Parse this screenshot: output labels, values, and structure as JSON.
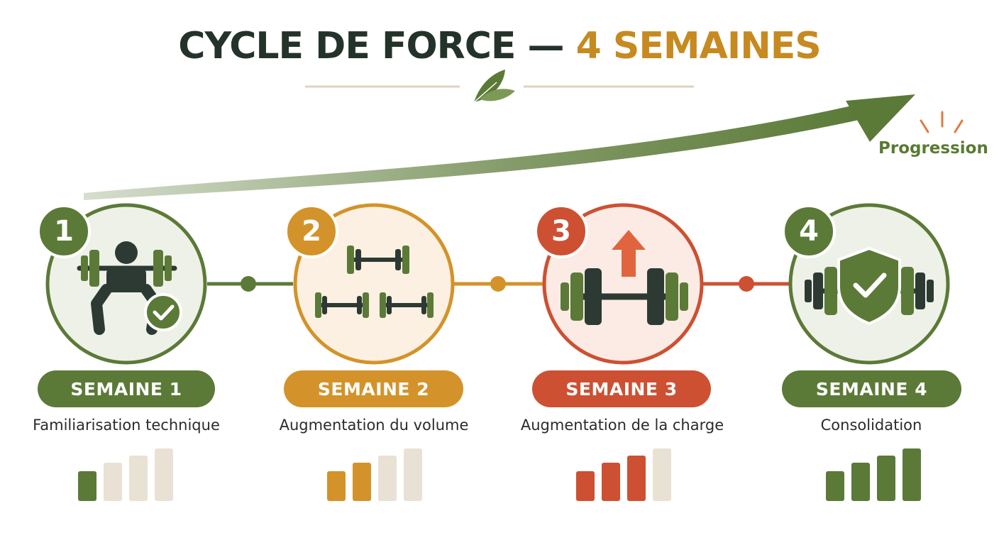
{
  "title": {
    "main": "CYCLE DE FORCE",
    "separator": "—",
    "accent": "4 SEMAINES"
  },
  "progression_label": "Progression",
  "colors": {
    "green": "#5b7a37",
    "orange": "#d3932a",
    "red": "#cd5033",
    "dark": "#2d3a34",
    "beige": "#e9e1d3"
  },
  "weeks": [
    {
      "number": "1",
      "label": "SEMAINE 1",
      "description": "Familiarisation technique",
      "color": "#5b7a37",
      "icon": "squat-barbell-check-icon",
      "bars_filled": 1,
      "bars_total": 4
    },
    {
      "number": "2",
      "label": "SEMAINE 2",
      "description": "Augmentation du volume",
      "color": "#d3932a",
      "icon": "multiple-dumbbells-icon",
      "bars_filled": 2,
      "bars_total": 4
    },
    {
      "number": "3",
      "label": "SEMAINE 3",
      "description": "Augmentation de la charge",
      "color": "#cd5033",
      "icon": "dumbbell-up-arrow-icon",
      "bars_filled": 3,
      "bars_total": 4
    },
    {
      "number": "4",
      "label": "SEMAINE 4",
      "description": "Consolidation",
      "color": "#5b7a37",
      "icon": "dumbbell-shield-check-icon",
      "bars_filled": 4,
      "bars_total": 4
    }
  ]
}
